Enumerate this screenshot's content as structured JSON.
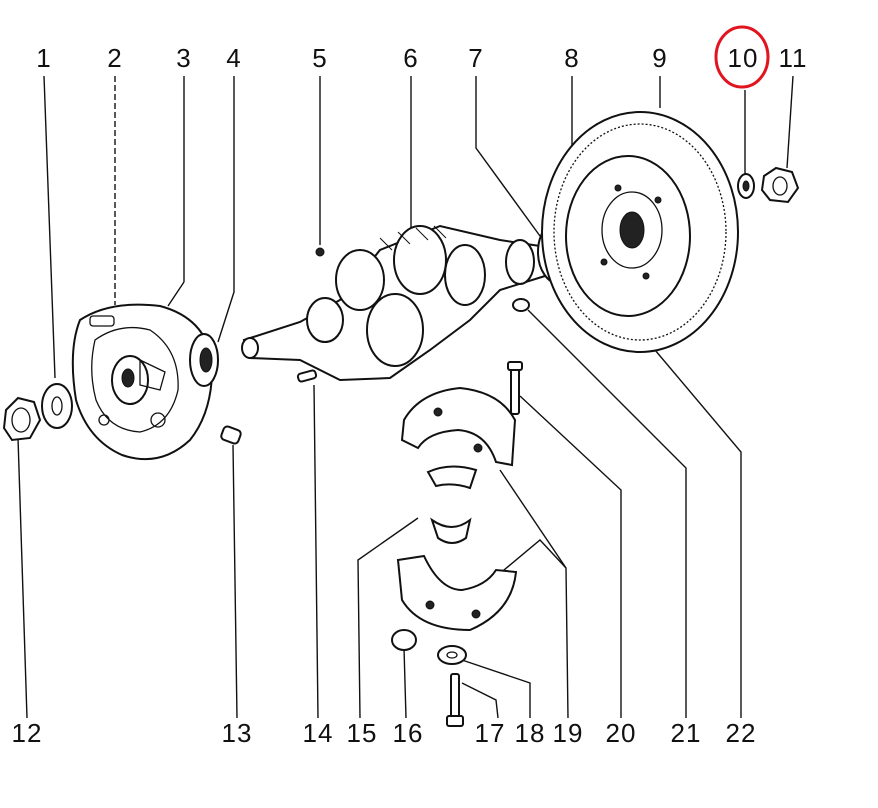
{
  "callouts": [
    {
      "id": "1",
      "label": "1"
    },
    {
      "id": "2",
      "label": "2"
    },
    {
      "id": "3",
      "label": "3"
    },
    {
      "id": "4",
      "label": "4"
    },
    {
      "id": "5",
      "label": "5"
    },
    {
      "id": "6",
      "label": "6"
    },
    {
      "id": "7",
      "label": "7"
    },
    {
      "id": "8",
      "label": "8"
    },
    {
      "id": "9",
      "label": "9"
    },
    {
      "id": "10",
      "label": "10"
    },
    {
      "id": "11",
      "label": "11"
    },
    {
      "id": "12",
      "label": "12"
    },
    {
      "id": "13",
      "label": "13"
    },
    {
      "id": "14",
      "label": "14"
    },
    {
      "id": "15",
      "label": "15"
    },
    {
      "id": "16",
      "label": "16"
    },
    {
      "id": "17",
      "label": "17"
    },
    {
      "id": "18",
      "label": "18"
    },
    {
      "id": "19",
      "label": "19"
    },
    {
      "id": "20",
      "label": "20"
    },
    {
      "id": "21",
      "label": "21"
    },
    {
      "id": "22",
      "label": "22"
    }
  ],
  "highlighted_callout": "10",
  "highlight_color": "#e0151f"
}
